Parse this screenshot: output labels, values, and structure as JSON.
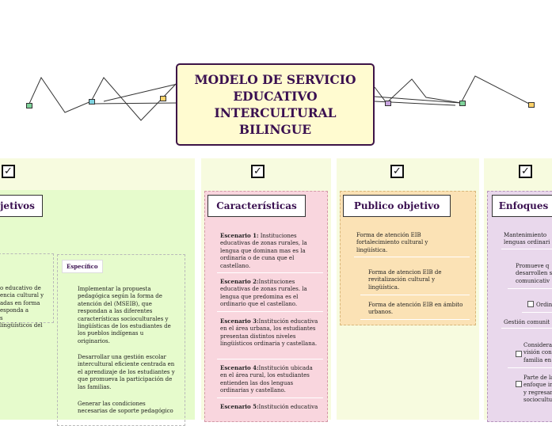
{
  "title": "MODELO DE SERVICIO EDUCATIVO INTERCULTURAL BILINGUE",
  "colors": {
    "accent": "#3a1050",
    "green_panel": "#e6fbcc",
    "pink_panel": "#f9d6de",
    "orange_panel": "#fbe2b5",
    "lilac_panel": "#e9d8ec"
  },
  "columns": {
    "objetivos": {
      "header": "jetivos",
      "general_text": "o educativo de\nencia cultural y\nadas en forma\nesponda a\ns\nlingüísticos del",
      "especifico": {
        "label": "Específico",
        "items": [
          "Implementar la propuesta pedagógica según la forma de atención del (MSEIB), que respondan a las diferentes características socioculturales y lingüísticas de los estudiantes de los pueblos indígenas u originarios.",
          "Desarrollar una gestión escolar intercultural eficiente centrada en el aprendizaje de los estudiantes y que promueva la participación de las familias.",
          "Generar las condiciones necesarias de soporte pedagógico"
        ]
      }
    },
    "caracteristicas": {
      "header": "Características",
      "items": [
        {
          "label": "Escenario 1:",
          "text": " Instituciones educativas de zonas rurales, la lengua que dominan mas es la ordinaria o de cuna que el castellano."
        },
        {
          "label": "Escenario 2:",
          "text": "Instituciones educativas de zonas rurales. la lengua que predomina es el ordinario que el castellano."
        },
        {
          "label": "Escenario 3:",
          "text": "Institución educativa en el área urbana, los estudiantes presentan distintos niveles lingüísticos ordinaria y castellana."
        },
        {
          "label": "Escenario 4:",
          "text": "Institución ubicada en el área rural, los estudiantes entienden las dos lenguas ordinarias y castellano."
        },
        {
          "label": "Escenario 5:",
          "text": "Institución educativa"
        }
      ]
    },
    "publico": {
      "header": "Publico objetivo",
      "items": [
        "Forma de atención EIB fortalecimiento cultural y lingüística.",
        "Forma de atencion EIB de revitalización cultural y lingüística.",
        "Forma de atención EIB en ámbito urbanos."
      ]
    },
    "enfoques": {
      "header": "Enfoques",
      "items": [
        "Mantenimiento\nlenguas ordinari",
        "Promueve q\ndesarrollen s\ncomunicativ",
        "Ordin",
        "Gestión comunit",
        "Considera\nvisión con\nfamilia en",
        "Parte de la\nenfoque in\ny regresar\nsociocultu"
      ]
    }
  }
}
